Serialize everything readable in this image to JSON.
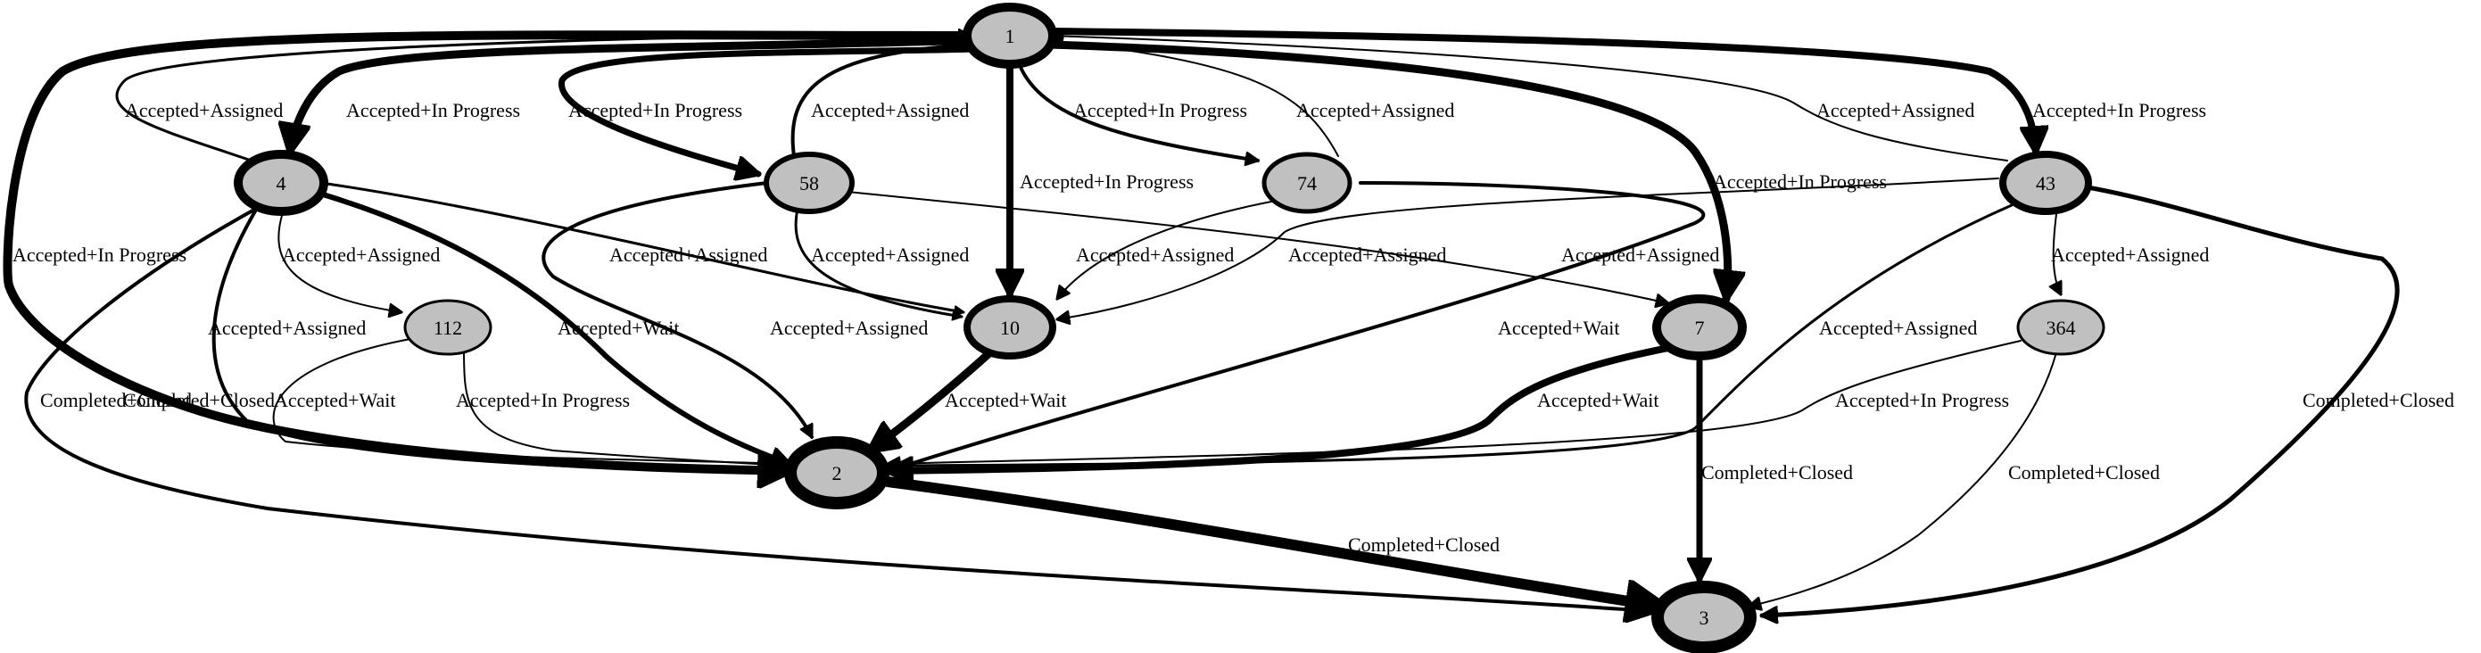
{
  "nodes": [
    {
      "id": "n1",
      "label": "1"
    },
    {
      "id": "n4",
      "label": "4"
    },
    {
      "id": "n58",
      "label": "58"
    },
    {
      "id": "n74",
      "label": "74"
    },
    {
      "id": "n43",
      "label": "43"
    },
    {
      "id": "n112",
      "label": "112"
    },
    {
      "id": "n10",
      "label": "10"
    },
    {
      "id": "n7",
      "label": "7"
    },
    {
      "id": "n364",
      "label": "364"
    },
    {
      "id": "n2",
      "label": "2"
    },
    {
      "id": "n3",
      "label": "3"
    }
  ],
  "edges": [
    {
      "id": "e1",
      "from": "4",
      "to": "1",
      "label": "Accepted+Assigned"
    },
    {
      "id": "e2",
      "from": "1",
      "to": "4",
      "label": "Accepted+In Progress"
    },
    {
      "id": "e3",
      "from": "1",
      "to": "58",
      "label": "Accepted+In Progress"
    },
    {
      "id": "e4",
      "from": "58",
      "to": "1",
      "label": "Accepted+Assigned"
    },
    {
      "id": "e5",
      "from": "1",
      "to": "74",
      "label": "Accepted+In Progress"
    },
    {
      "id": "e6",
      "from": "74",
      "to": "1",
      "label": "Accepted+Assigned"
    },
    {
      "id": "e7",
      "from": "1",
      "to": "10",
      "label": "Accepted+In Progress"
    },
    {
      "id": "e8",
      "from": "1",
      "to": "7",
      "label": "Accepted+In Progress"
    },
    {
      "id": "e9",
      "from": "43",
      "to": "1",
      "label": "Accepted+Assigned"
    },
    {
      "id": "e10",
      "from": "1",
      "to": "43",
      "label": "Accepted+In Progress"
    },
    {
      "id": "e11",
      "from": "1",
      "to": "2",
      "label": "Accepted+In Progress"
    },
    {
      "id": "e12",
      "from": "4",
      "to": "112",
      "label": "Accepted+Assigned"
    },
    {
      "id": "e13",
      "from": "4",
      "to": "10",
      "label": "Accepted+Assigned"
    },
    {
      "id": "e14",
      "from": "4",
      "to": "2",
      "label": "Accepted+Assigned"
    },
    {
      "id": "e15",
      "from": "4",
      "to": "2",
      "label": "Accepted+Wait"
    },
    {
      "id": "e16",
      "from": "4",
      "to": "3",
      "label": "Completed+Closed"
    },
    {
      "id": "e17",
      "from": "58",
      "to": "10",
      "label": "Accepted+Assigned"
    },
    {
      "id": "e18",
      "from": "58",
      "to": "2",
      "label": "Accepted+Assigned"
    },
    {
      "id": "e19",
      "from": "58",
      "to": "7",
      "label": "Accepted+Assigned"
    },
    {
      "id": "e20",
      "from": "74",
      "to": "10",
      "label": "Accepted+Assigned"
    },
    {
      "id": "e21",
      "from": "74",
      "to": "2",
      "label": "Accepted+Wait"
    },
    {
      "id": "e22",
      "from": "43",
      "to": "10",
      "label": "Accepted+Assigned"
    },
    {
      "id": "e23",
      "from": "43",
      "to": "364",
      "label": "Accepted+Assigned"
    },
    {
      "id": "e24",
      "from": "43",
      "to": "2",
      "label": "Accepted+Assigned"
    },
    {
      "id": "e25",
      "from": "43",
      "to": "3",
      "label": "Completed+Closed"
    },
    {
      "id": "e26",
      "from": "112",
      "to": "2",
      "label": "Accepted+Wait"
    },
    {
      "id": "e27",
      "from": "112",
      "to": "2",
      "label": "Accepted+In Progress"
    },
    {
      "id": "e28",
      "from": "10",
      "to": "2",
      "label": "Accepted+Wait"
    },
    {
      "id": "e29",
      "from": "7",
      "to": "2",
      "label": "Accepted+Wait"
    },
    {
      "id": "e30",
      "from": "7",
      "to": "3",
      "label": "Completed+Closed"
    },
    {
      "id": "e31",
      "from": "364",
      "to": "2",
      "label": "Accepted+In Progress"
    },
    {
      "id": "e32",
      "from": "364",
      "to": "3",
      "label": "Completed+Closed"
    },
    {
      "id": "e33",
      "from": "2",
      "to": "3",
      "label": "Completed+Closed"
    },
    {
      "id": "e34",
      "from": "2",
      "to": "1",
      "label": "Completed+Closed"
    }
  ]
}
